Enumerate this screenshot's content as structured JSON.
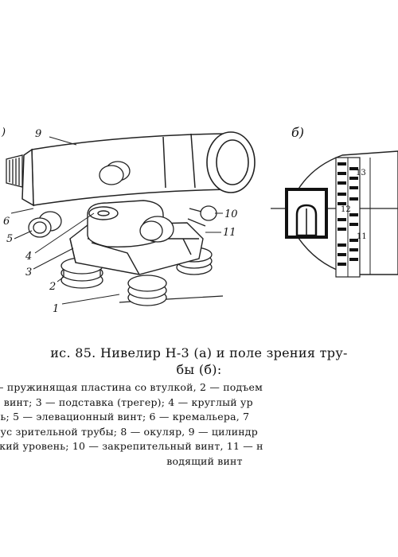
{
  "figure": {
    "panel_a_label": ")",
    "panel_b_label": "б)",
    "callouts": [
      "9",
      "6",
      "5",
      "4",
      "3",
      "2",
      "1",
      "10",
      "11"
    ],
    "scale_numbers": [
      "13",
      "12",
      "11"
    ]
  },
  "caption": {
    "line1": "ис. 85. Нивелир Н-3 (а) и поле зрения тру-",
    "line2": "бы (б):"
  },
  "legend": {
    "lines": [
      "— пружинящая пластина со втулкой, 2 — подъем",
      "й винт; 3 — подставка (трегер); 4 — круглый ур",
      "нь; 5 — элевационный винт; 6 — кремальера, 7",
      "пус зрительной трубы; 8 — окуляр, 9 — цилиндр",
      "ский уровень; 10 — закрепительный винт, 11 — н",
      "водящий винт"
    ]
  }
}
